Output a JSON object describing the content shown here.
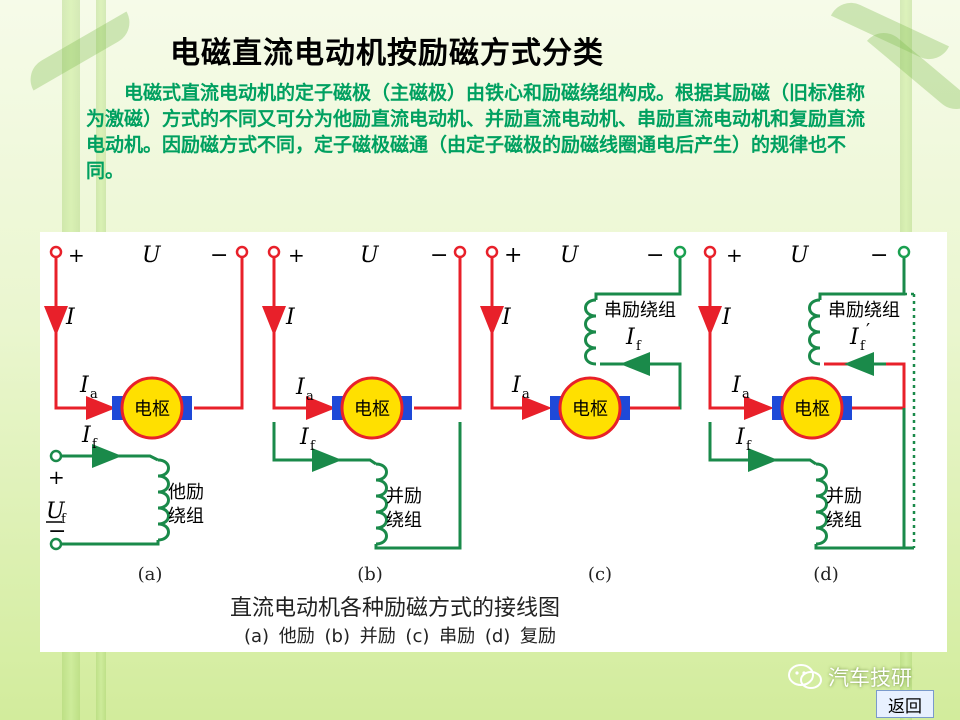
{
  "title": "电磁直流电动机按励磁方式分类",
  "paragraph": "电磁式直流电动机的定子磁极（主磁极）由铁心和励磁绕组构成。根据其励磁（旧标准称为激磁）方式的不同又可分为他励直流电动机、并励直流电动机、串励直流电动机和复励直流电动机。因励磁方式不同，定子磁极磁通（由定子磁极的励磁线圈通电后产生）的规律也不同。",
  "diagram": {
    "plus": "+",
    "minus": "−",
    "voltage": "U",
    "current": "I",
    "armature_current": "I",
    "armature_sub": "a",
    "field_current": "I",
    "field_sub": "f",
    "field_prime": "′",
    "armature_label": "电枢",
    "separate_winding": [
      "他励",
      "绕组"
    ],
    "shunt_winding": [
      "并励",
      "绕组"
    ],
    "series_winding": "串励绕组",
    "uf_label": "U",
    "uf_sub": "f",
    "panel_labels": [
      "(a)",
      "(b)",
      "(c)",
      "(d)"
    ],
    "caption": "直流电动机各种励磁方式的接线图",
    "subcaption": "(a) 他励   (b) 并励   (c) 串励   (d) 复励"
  },
  "colors": {
    "red": "#e8202a",
    "green": "#1a8a4a",
    "terminal": "#1aa050",
    "armature_fill": "#ffe000",
    "brush": "#1e49d8",
    "paragraph": "#00a060"
  },
  "watermark": {
    "brand": "汽车技研"
  },
  "nav": {
    "back_label": "返回"
  }
}
